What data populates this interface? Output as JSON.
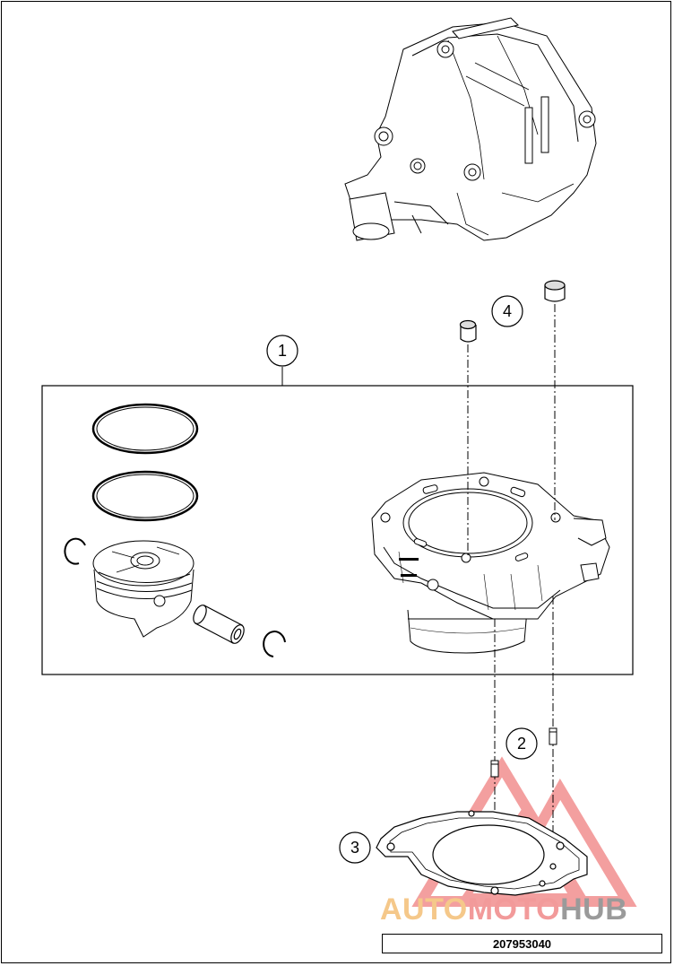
{
  "callouts": [
    {
      "id": "1",
      "label": "1"
    },
    {
      "id": "2",
      "label": "2"
    },
    {
      "id": "3",
      "label": "3"
    },
    {
      "id": "4",
      "label": "4"
    }
  ],
  "part_number": "207953040",
  "watermark": {
    "part1": "AUTO",
    "part2": "MOTO",
    "part3": "HUB",
    "colors": {
      "auto": "#f5c88a",
      "moto": "#f29a9a",
      "hub": "#9a9a9a",
      "triangle": "#f08080"
    }
  }
}
